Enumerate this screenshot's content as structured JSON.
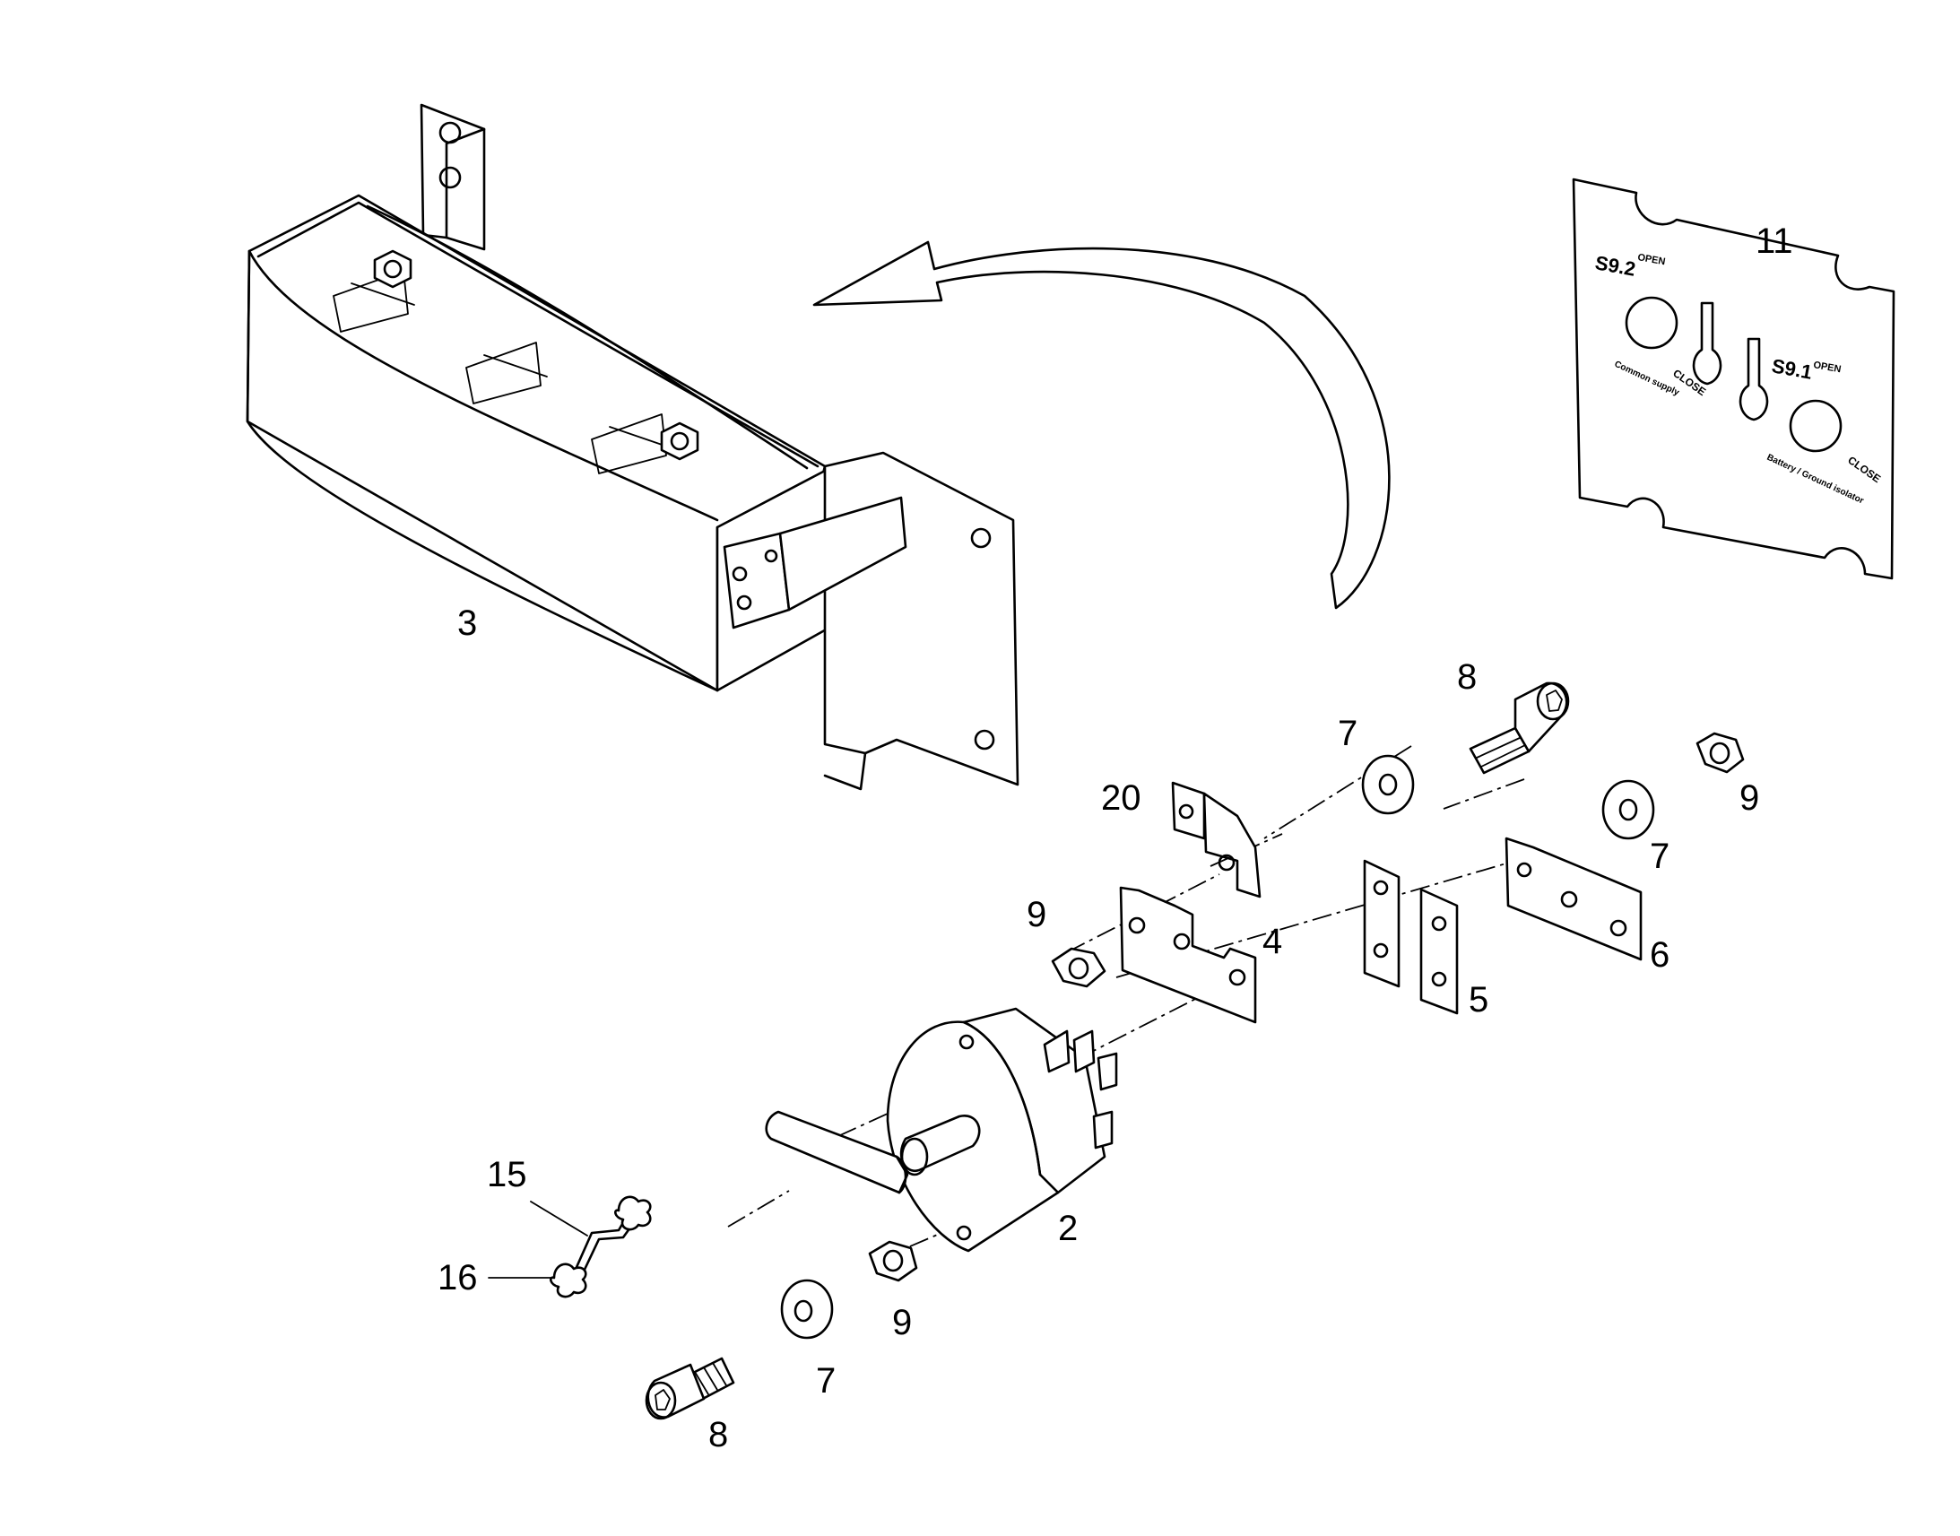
{
  "callouts": {
    "c3": "3",
    "c11": "11",
    "c8_top": "8",
    "c7_top": "7",
    "c20": "20",
    "c9_right": "9",
    "c7_right": "7",
    "c9_left": "9",
    "c4": "4",
    "c6": "6",
    "c5": "5",
    "c2": "2",
    "c15": "15",
    "c16": "16",
    "c9_bottom": "9",
    "c7_bottom": "7",
    "c8_bottom": "8"
  },
  "plate_labels": {
    "s92": "S9.2",
    "s91": "S9.1",
    "open_left": "OPEN",
    "open_right": "OPEN",
    "close_left": "CLOSE",
    "close_right": "CLOSE",
    "left_caption": "Common supply",
    "right_caption": "Battery / Ground isolator"
  }
}
